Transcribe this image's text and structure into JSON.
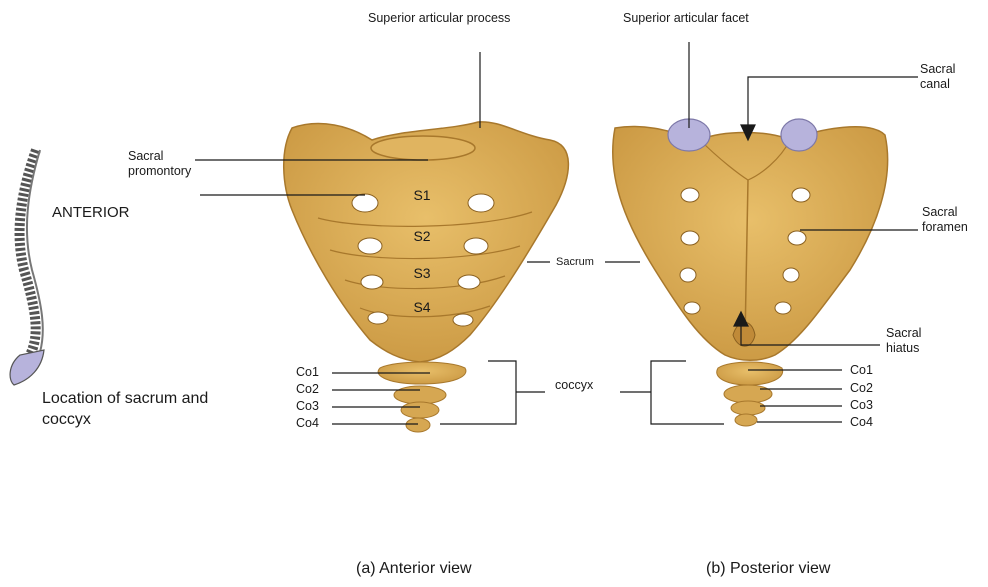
{
  "labels": {
    "superior_articular_process": "Superior articular process",
    "superior_articular_facet": "Superior articular facet",
    "sacral_canal": "Sacral canal",
    "sacral_promontory": "Sacral promontory",
    "anterior": "ANTERIOR",
    "location": "Location of sacrum and coccyx",
    "sacrum": "Sacrum",
    "sacral_foramen": "Sacral foramen",
    "sacral_hiatus": "Sacral hiatus",
    "coccyx": "coccyx",
    "segments": [
      "S1",
      "S2",
      "S3",
      "S4"
    ],
    "co_anterior": [
      "Co1",
      "Co2",
      "Co3",
      "Co4"
    ],
    "co_posterior": [
      "Co1",
      "Co2",
      "Co3",
      "Co4"
    ]
  },
  "captions": {
    "anterior_view": "(a) Anterior view",
    "posterior_view": "(b) Posterior view"
  },
  "colors": {
    "bone": "#d9a94f",
    "bone_dark": "#b98a35",
    "facet": "#b7b3dc",
    "line": "#1a1a1a"
  }
}
